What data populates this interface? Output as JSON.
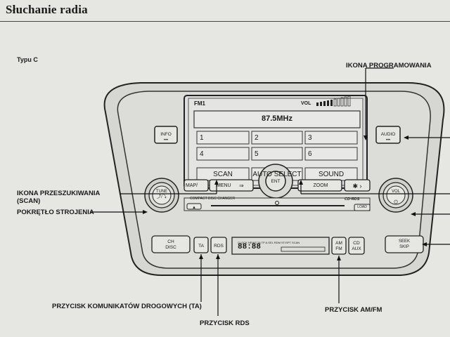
{
  "page": {
    "title": "Słuchanie radia",
    "type_label": "Typu C"
  },
  "callouts": {
    "programming_icon": "IKONA PROGRAMOWANIA",
    "scan_icon_line1": "IKONA PRZESZUKIWANIA",
    "scan_icon_line2": "(SCAN)",
    "tuning_knob": "POKRĘTŁO STROJENIA",
    "ta_button": "PRZYCISK KOMUNIKATÓW DROGOWYCH (TA)",
    "rds_button": "PRZYCISK RDS",
    "am_fm_button": "PRZYCISK AM/FM"
  },
  "screen": {
    "band": "FM1",
    "vol_label": "VOL",
    "frequency": "87.5MHz",
    "presets": [
      "1",
      "2",
      "3",
      "4",
      "5",
      "6"
    ],
    "soft_buttons": [
      "SCAN",
      "AUTO SELECT",
      "SOUND"
    ]
  },
  "controls": {
    "info": "INFO",
    "audio": "AUDIO",
    "map": "MAP/",
    "menu": "MENU",
    "ent": "ENT",
    "zoom": "ZOOM",
    "tune_line1": "TUNE",
    "tune_line2": "⤴/⤵",
    "vol": "VOL",
    "eject_label": "COMPACT DISC CHANGER",
    "load": "LOAD",
    "ch_disc_line1": "CH",
    "ch_disc_line2": "DISC",
    "ta": "TA",
    "rds": "RDS",
    "am_fm_line1": "AM",
    "am_fm_line2": "FM",
    "cd_aux_line1": "CD",
    "cd_aux_line2": "AUX",
    "seek_skip_line1": "SEEK",
    "seek_skip_line2": "SKIP",
    "lcd_segments": "CLOCK NEWS TA TP A.SEL RDM ST/SPT SCAN",
    "lcd_digits": "88:88",
    "cd_logo": "CD·RDS"
  }
}
